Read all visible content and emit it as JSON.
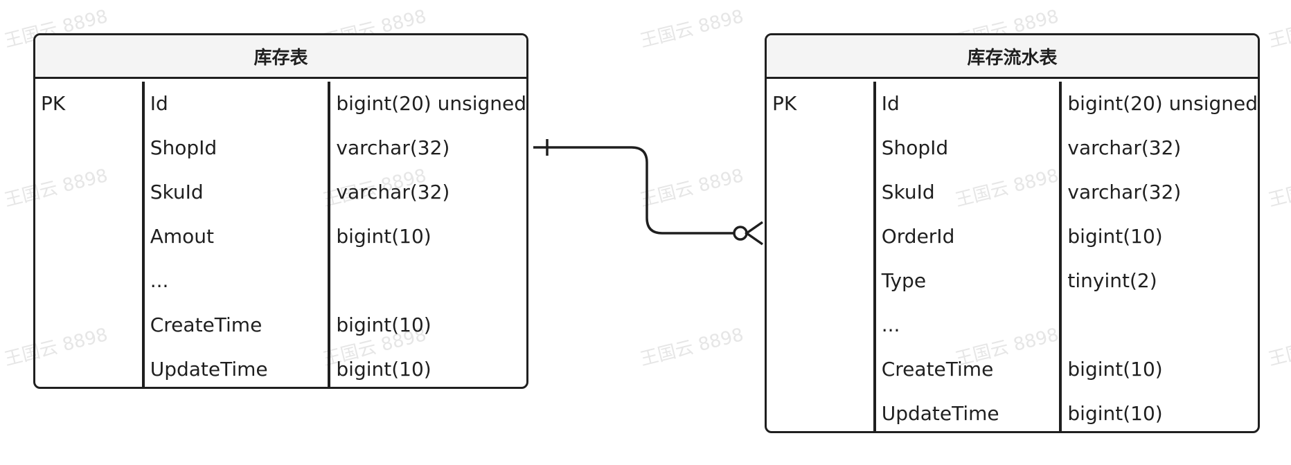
{
  "watermark": "王国云 8898",
  "entities": {
    "stock": {
      "title": "库存表",
      "key_column": [
        "PK",
        "",
        "",
        "",
        "",
        "",
        ""
      ],
      "field_names": [
        "Id",
        "ShopId",
        "SkuId",
        "Amout",
        "...",
        "CreateTime",
        "UpdateTime"
      ],
      "field_types": [
        "bigint(20) unsigned",
        "varchar(32)",
        "varchar(32)",
        "bigint(10)",
        "",
        "bigint(10)",
        "bigint(10)"
      ]
    },
    "flow": {
      "title": "库存流水表",
      "key_column": [
        "PK",
        "",
        "",
        "",
        "",
        "",
        "",
        ""
      ],
      "field_names": [
        "Id",
        "ShopId",
        "SkuId",
        "OrderId",
        "Type",
        "...",
        "CreateTime",
        "UpdateTime"
      ],
      "field_types": [
        "bigint(20) unsigned",
        "varchar(32)",
        "varchar(32)",
        "bigint(10)",
        "tinyint(2)",
        "",
        "bigint(10)",
        "bigint(10)"
      ]
    }
  },
  "relationship": {
    "from": "stock",
    "to": "flow",
    "from_cardinality": "one",
    "to_cardinality": "zero-or-many",
    "line_color": "#1f1f1f"
  }
}
